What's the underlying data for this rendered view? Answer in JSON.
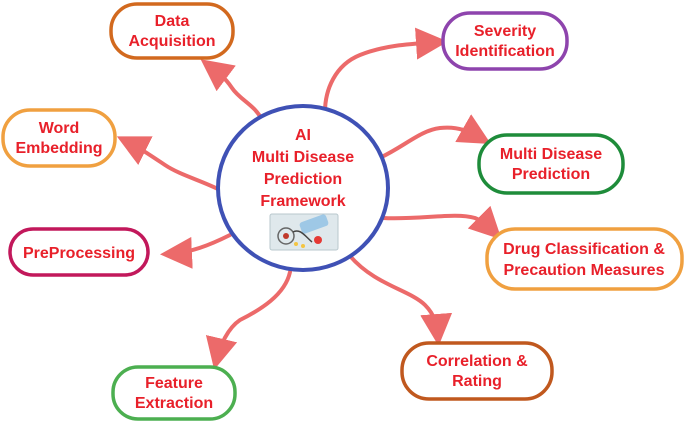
{
  "center": {
    "lines": [
      "AI",
      "Multi Disease",
      "Prediction",
      "Framework"
    ],
    "image": "medical-illustration"
  },
  "nodes": [
    {
      "id": "data-acquisition",
      "lines": [
        "Data",
        "Acquisition"
      ],
      "color": "#d2691e"
    },
    {
      "id": "severity-identification",
      "lines": [
        "Severity",
        "Identification"
      ],
      "color": "#8e44ad"
    },
    {
      "id": "word-embedding",
      "lines": [
        "Word",
        "Embedding"
      ],
      "color": "#f0a040"
    },
    {
      "id": "multi-disease-prediction",
      "lines": [
        "Multi Disease",
        "Prediction"
      ],
      "color": "#1e8c3a"
    },
    {
      "id": "preprocessing",
      "lines": [
        "PreProcessing"
      ],
      "color": "#c2185b"
    },
    {
      "id": "drug-classification",
      "lines": [
        "Drug Classification &",
        "Precaution Measures"
      ],
      "color": "#f0a040"
    },
    {
      "id": "feature-extraction",
      "lines": [
        "Feature",
        "Extraction"
      ],
      "color": "#4caf50"
    },
    {
      "id": "correlation-rating",
      "lines": [
        "Correlation &",
        "Rating"
      ],
      "color": "#c0581e"
    }
  ],
  "colors": {
    "arrow": "#ec6a6a",
    "center_border": "#3f51b5",
    "text": "#e8202a"
  }
}
